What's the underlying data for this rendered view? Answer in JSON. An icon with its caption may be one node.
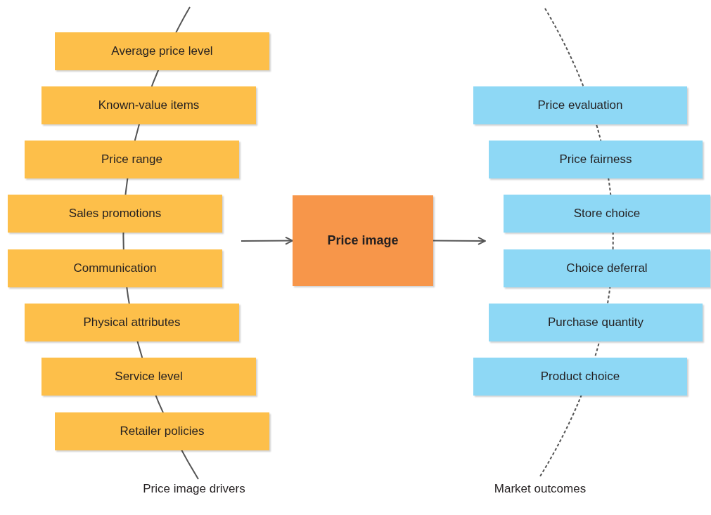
{
  "diagram": {
    "nodes": [
      {
        "text": [
          "Average price level"
        ]
      },
      {
        "text": [
          "Known-value items"
        ]
      },
      {
        "text": [
          "Price range"
        ]
      },
      {
        "text": [
          "Sales promotions"
        ]
      },
      {
        "text": [
          "Communication"
        ]
      },
      {
        "text": [
          "Physical attributes"
        ]
      },
      {
        "text": [
          "Service level"
        ]
      },
      {
        "text": [
          "Retailer policies"
        ]
      },
      {
        "text": [
          "Price image"
        ]
      },
      {
        "text": [
          "Price evaluation"
        ]
      },
      {
        "text": [
          "Price fairness"
        ]
      },
      {
        "text": [
          "Store choice"
        ]
      },
      {
        "text": [
          "Choice deferral"
        ]
      },
      {
        "text": [
          "Purchase quantity"
        ]
      },
      {
        "text": [
          "Product choice"
        ]
      }
    ],
    "edges": [
      {
        "from": null,
        "to": 8,
        "arrow": "to"
      },
      {
        "from": 8,
        "to": null,
        "arrow": "to"
      }
    ],
    "labels": [
      "Price image drivers",
      "Market outcomes"
    ]
  }
}
